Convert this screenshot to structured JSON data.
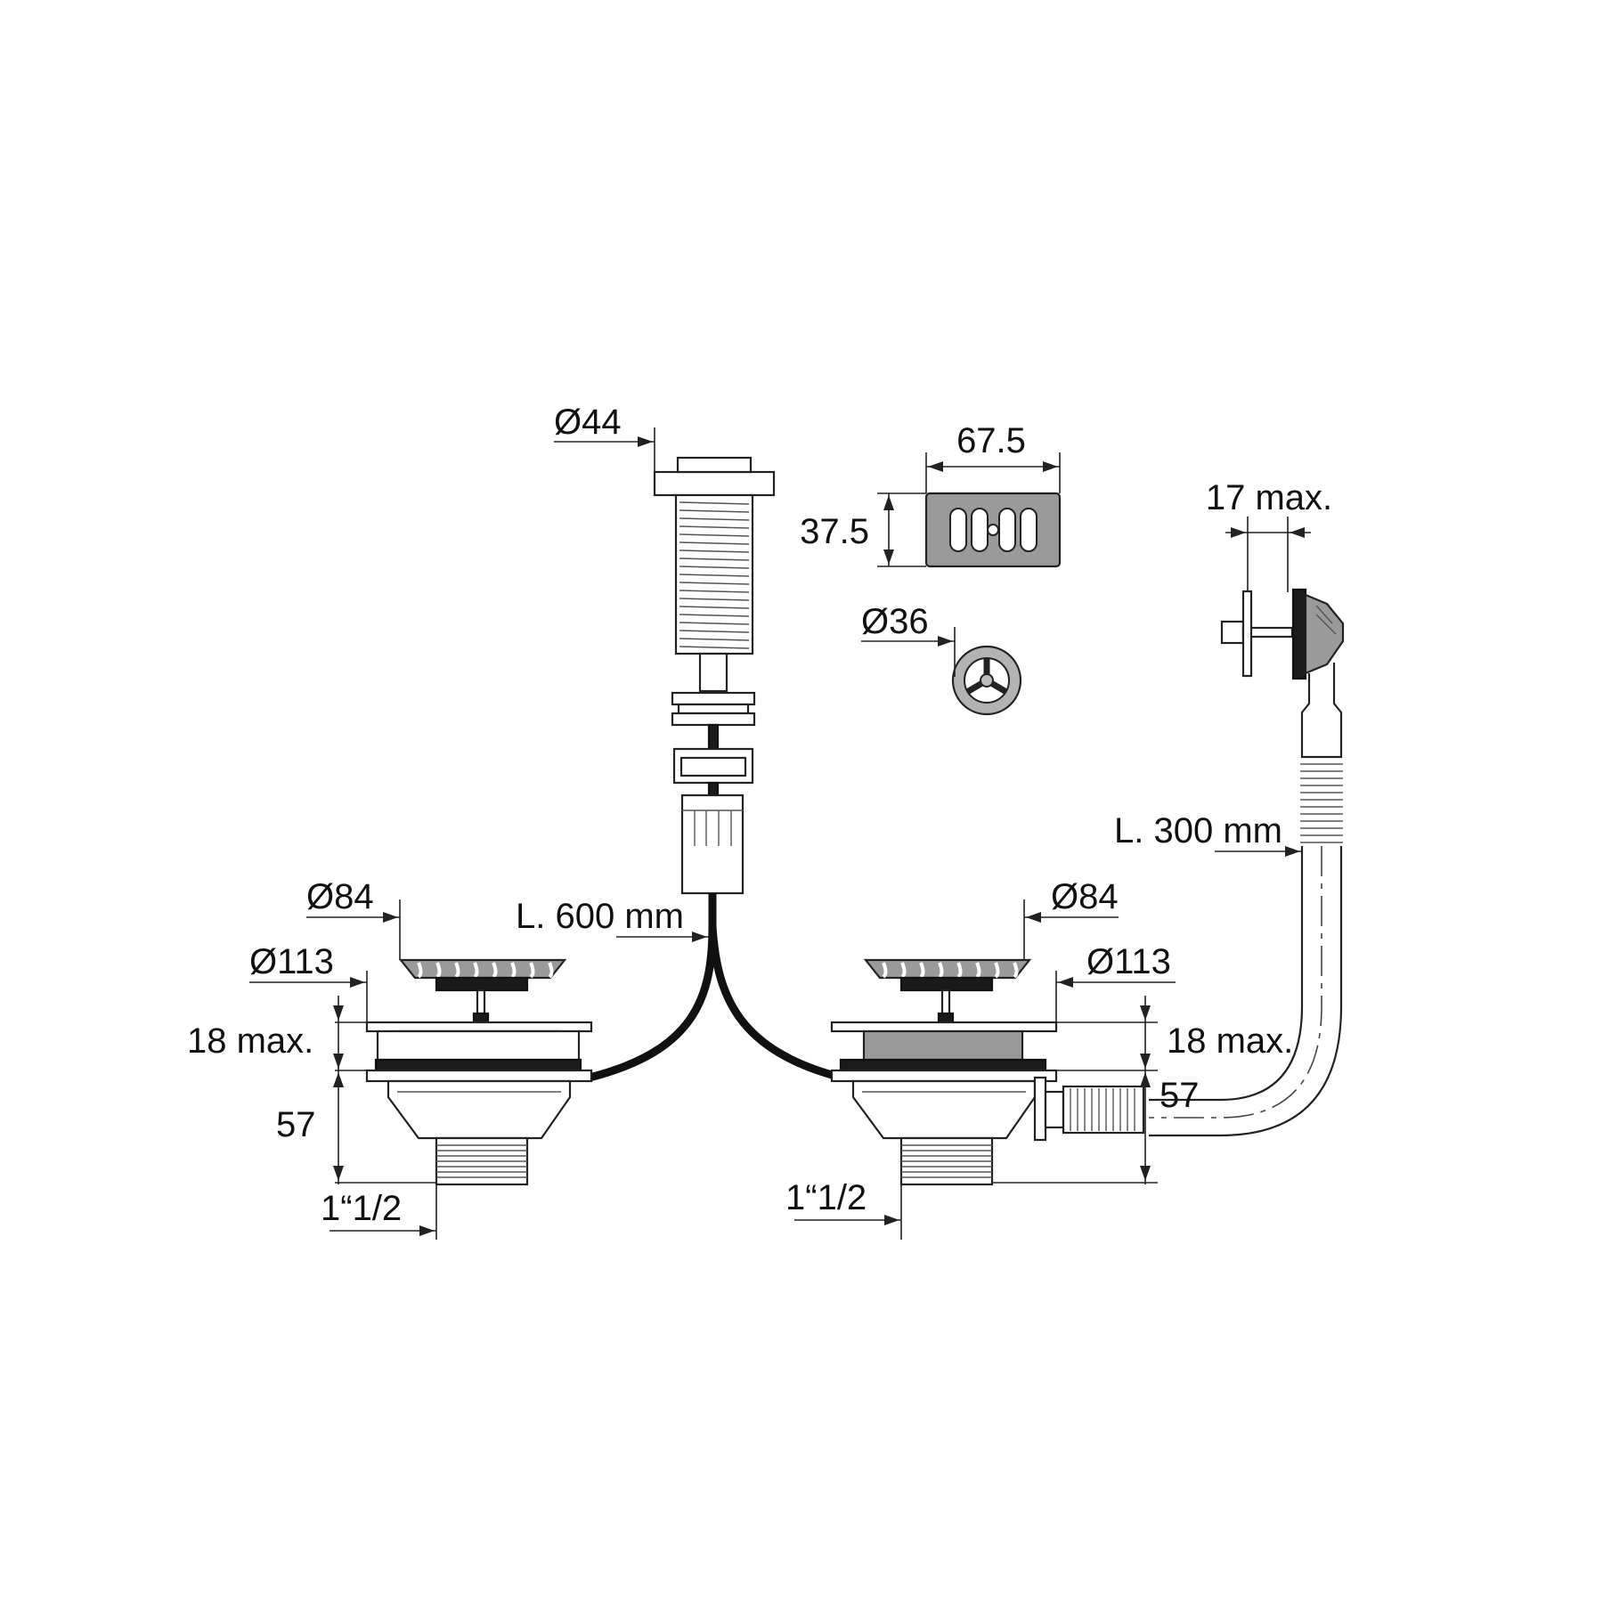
{
  "labels": {
    "d44": "Ø44",
    "w675": "67.5",
    "h375": "37.5",
    "d36": "Ø36",
    "max17": "17 max.",
    "l300": "L. 300 mm",
    "d84_left": "Ø84",
    "d113_left": "Ø113",
    "l600": "L. 600 mm",
    "max18_left": "18 max.",
    "h57_left": "57",
    "thread_left": "1“1/2",
    "d84_right": "Ø84",
    "d113_right": "Ø113",
    "max18_right": "18 max.",
    "h57_right": "57",
    "thread_right": "1“1/2"
  }
}
